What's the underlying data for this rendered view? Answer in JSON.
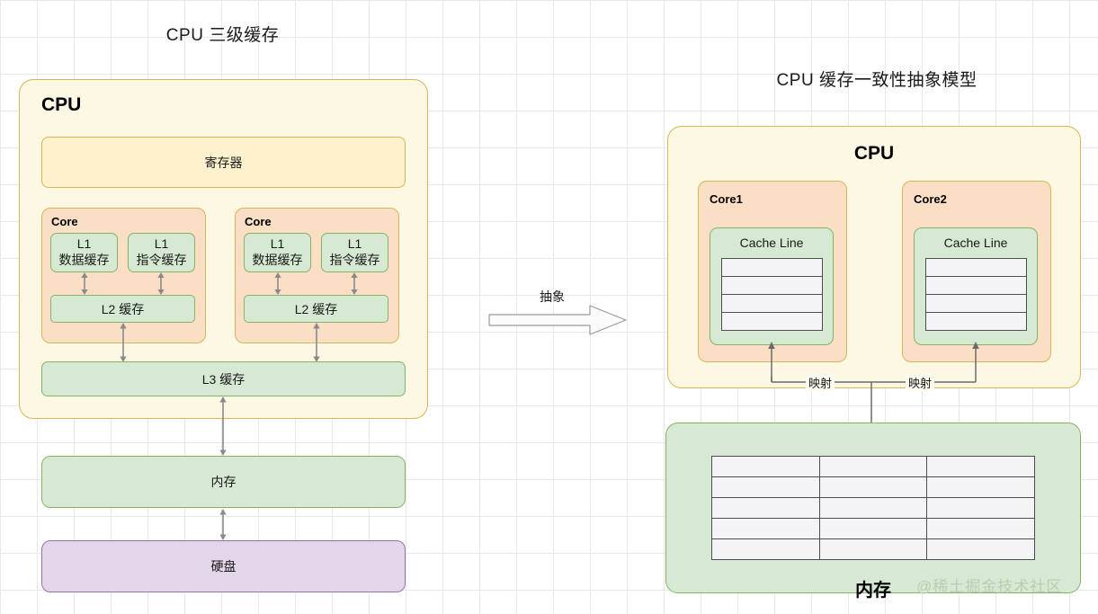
{
  "left_diagram": {
    "title": "CPU 三级缓存",
    "cpu_label": "CPU",
    "register_label": "寄存器",
    "cores": [
      {
        "label": "Core",
        "l1_data": {
          "line1": "L1",
          "line2": "数据缓存"
        },
        "l1_instruction": {
          "line1": "L1",
          "line2": "指令缓存"
        },
        "l2_label": "L2 缓存"
      },
      {
        "label": "Core",
        "l1_data": {
          "line1": "L1",
          "line2": "数据缓存"
        },
        "l1_instruction": {
          "line1": "L1",
          "line2": "指令缓存"
        },
        "l2_label": "L2 缓存"
      }
    ],
    "l3_label": "L3 缓存",
    "memory_label": "内存",
    "disk_label": "硬盘"
  },
  "transition": {
    "label": "抽象"
  },
  "right_diagram": {
    "title": "CPU 缓存一致性抽象模型",
    "cpu_label": "CPU",
    "cores": [
      {
        "label": "Core1",
        "cache_line_title": "Cache Line",
        "cache_rows": 4,
        "mapping_label": "映射"
      },
      {
        "label": "Core2",
        "cache_line_title": "Cache Line",
        "cache_rows": 4,
        "mapping_label": "映射"
      }
    ],
    "memory_label": "内存",
    "memory_table": {
      "rows": 5,
      "cols": 3
    }
  },
  "watermark": "@稀土掘金技术社区",
  "colors": {
    "yellow_fill": "#fdf8e3",
    "yellow_border": "#d6b656",
    "register_fill": "#fdf2cd",
    "orange_fill": "#fbdfc4",
    "green_fill": "#d6e9d3",
    "green_border": "#86b36a",
    "purple_fill": "#e3d6ea",
    "purple_border": "#9673a6",
    "arrow_gray": "#8a8a8a",
    "table_border": "#4d4d4d",
    "table_fill": "#f4f4f6"
  }
}
